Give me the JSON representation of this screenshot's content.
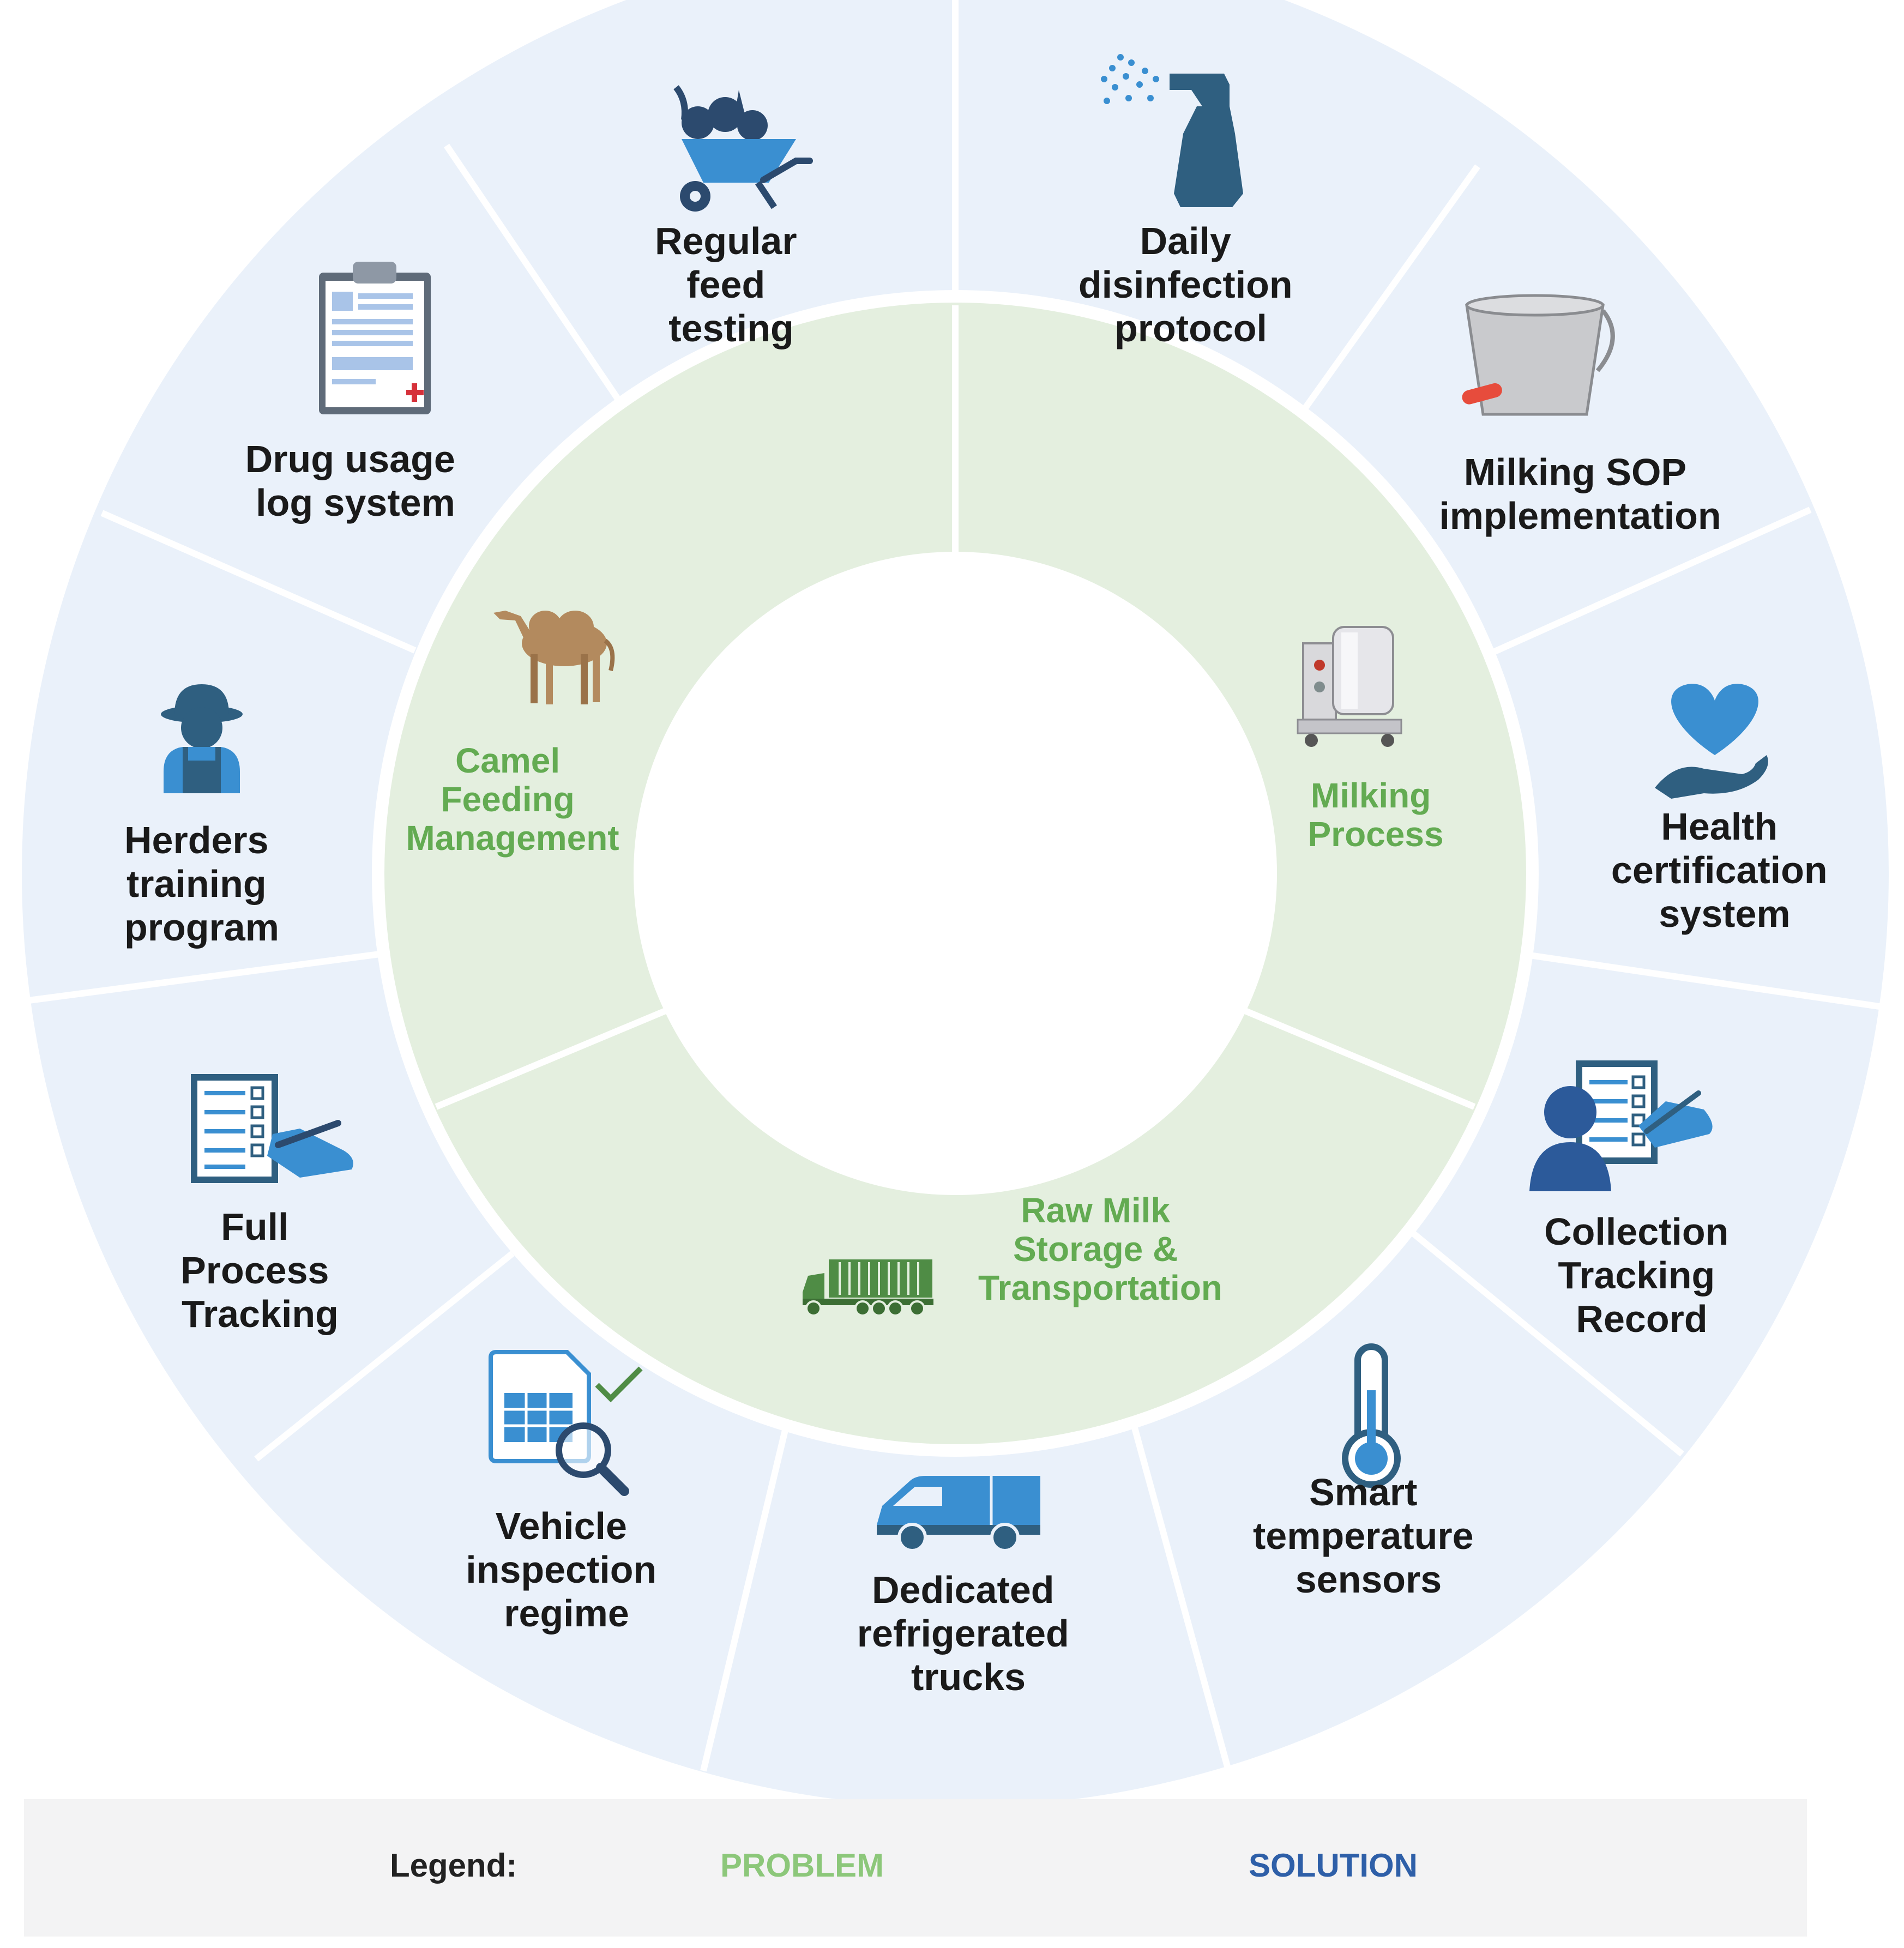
{
  "problems": [
    {
      "id": "feeding",
      "lines": [
        "Camel",
        "Feeding",
        "Management"
      ],
      "icon": "camel-icon"
    },
    {
      "id": "milking",
      "lines": [
        "Milking",
        "Process"
      ],
      "icon": "milking-machine-icon"
    },
    {
      "id": "storage",
      "lines": [
        "Raw Milk",
        "Storage &",
        "Transportation"
      ],
      "icon": "container-truck-icon"
    }
  ],
  "solutions": [
    {
      "id": "feed-testing",
      "lines": [
        "Regular",
        "feed",
        "testing"
      ],
      "icon": "wheelbarrow-icon"
    },
    {
      "id": "disinfection",
      "lines": [
        "Daily",
        "disinfection",
        "protocol"
      ],
      "icon": "spray-bottle-icon"
    },
    {
      "id": "milking-sop",
      "lines": [
        "Milking SOP",
        "implementation"
      ],
      "icon": "milk-bucket-icon"
    },
    {
      "id": "health-cert",
      "lines": [
        "Health",
        "certification",
        "system"
      ],
      "icon": "heart-hand-icon"
    },
    {
      "id": "collection-tracking",
      "lines": [
        "Collection",
        "Tracking",
        "Record"
      ],
      "icon": "person-checklist-icon"
    },
    {
      "id": "temp-sensors",
      "lines": [
        "Smart",
        "temperature",
        "sensors"
      ],
      "icon": "thermometer-icon"
    },
    {
      "id": "refrigerated-trucks",
      "lines": [
        "Dedicated",
        "refrigerated",
        "trucks"
      ],
      "icon": "van-icon"
    },
    {
      "id": "vehicle-inspection",
      "lines": [
        "Vehicle",
        "inspection",
        "regime"
      ],
      "icon": "spreadsheet-magnifier-icon"
    },
    {
      "id": "process-tracking",
      "lines": [
        "Full",
        "Process",
        "Tracking"
      ],
      "icon": "checklist-pen-icon"
    },
    {
      "id": "herders-training",
      "lines": [
        "Herders",
        "training",
        "program"
      ],
      "icon": "farmer-icon"
    },
    {
      "id": "drug-log",
      "lines": [
        "Drug usage",
        "log system"
      ],
      "icon": "clipboard-icon"
    }
  ],
  "legend": {
    "title": "Legend:",
    "problem_label": "PROBLEM",
    "solution_label": "SOLUTION",
    "problem_color": "#8cc77a",
    "solution_color": "#2e5fa8"
  },
  "colors": {
    "outer_ring": "#eaf1fa",
    "inner_ring": "#e4efdf",
    "problem_text": "#63ab52",
    "icon_dark": "#2f5f80",
    "icon_blue": "#3a8fd1"
  }
}
